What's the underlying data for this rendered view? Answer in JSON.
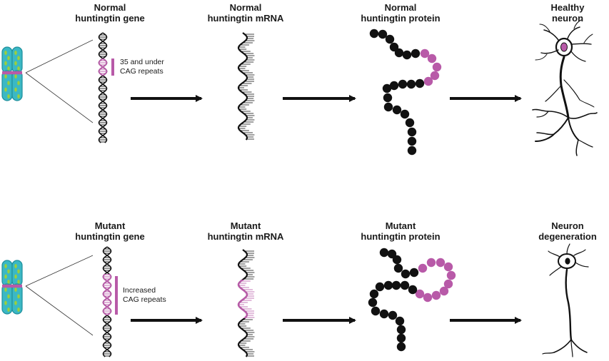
{
  "colors": {
    "magenta": "#b85aa8",
    "black": "#111111",
    "chromosome": "#3bb8c4",
    "chromosome_dark": "#1e8f9c",
    "chromosome_spots": "#9ccf3c"
  },
  "rows": {
    "normal": {
      "gene_title": [
        "Normal",
        "huntingtin gene"
      ],
      "gene_note": [
        "35 and under",
        "CAG repeats"
      ],
      "mrna_title": [
        "Normal",
        "huntingtin mRNA"
      ],
      "protein_title": [
        "Normal",
        "huntingtin protein"
      ],
      "neuron_title": [
        "Healthy",
        "neuron"
      ]
    },
    "mutant": {
      "gene_title": [
        "Mutant",
        "huntingtin gene"
      ],
      "gene_note": [
        "Increased",
        "CAG repeats"
      ],
      "mrna_title": [
        "Mutant",
        "huntingtin mRNA"
      ],
      "protein_title": [
        "Mutant",
        "huntingtin protein"
      ],
      "neuron_title": [
        "Neuron",
        "degeneration"
      ]
    }
  }
}
